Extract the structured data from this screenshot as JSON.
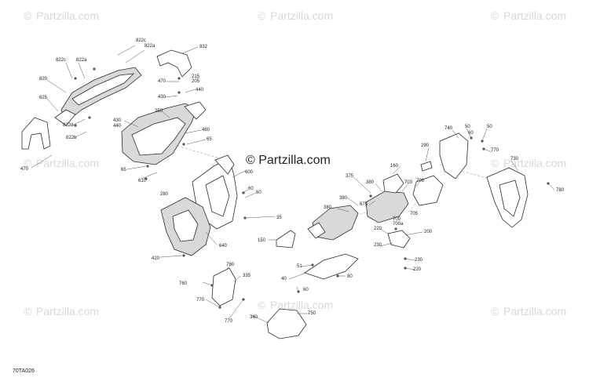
{
  "watermark": {
    "symbol": "©",
    "text": "Partzilla.com"
  },
  "center_watermark": "© Partzilla.com",
  "diagram_code": "70TA026",
  "callouts": {
    "c822c_top": "822c",
    "c822a_top": "822a",
    "c832": "832",
    "c822c": "822c",
    "c822a": "822a",
    "c820": "820",
    "c470_top": "470",
    "c215": "215",
    "c205": "205",
    "c440_top": "440",
    "c430_top": "430",
    "c625": "625",
    "c250": "250",
    "c430": "430",
    "c440": "440",
    "c822d": "822d",
    "c822b": "822b",
    "c460": "460",
    "c65_right": "65",
    "c470": "470",
    "c65": "65",
    "c610": "610",
    "c600": "600",
    "c60a": "60",
    "c60b": "60",
    "c280": "280",
    "c35": "35",
    "c640": "640",
    "c150": "150",
    "c420": "420",
    "c160": "160",
    "c375": "375",
    "c380_a": "380",
    "c380_b": "380",
    "c380_c": "380",
    "c675": "675",
    "c703": "703",
    "c706": "706",
    "c700": "700",
    "c700a": "700a",
    "c705": "705",
    "c220_a": "220",
    "c200": "200",
    "c230_a": "230",
    "c230_b": "230",
    "c220_b": "220",
    "c51": "51",
    "c40": "40",
    "c80": "80",
    "c60_low": "60",
    "c740": "740",
    "c50_a": "50",
    "c50_b": "50",
    "c60_r": "60",
    "c770_r": "770",
    "c290": "290",
    "c730": "730",
    "c780": "780",
    "c760": "760",
    "c780_low": "780",
    "c335": "335",
    "c770_a": "770",
    "c770_b": "770",
    "c340": "340",
    "c750": "750"
  }
}
